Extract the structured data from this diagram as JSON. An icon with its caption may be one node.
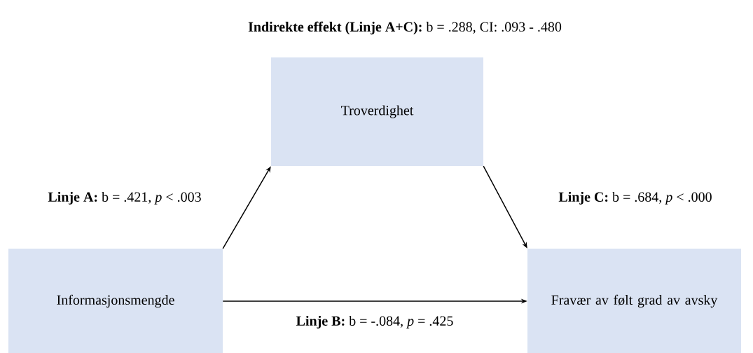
{
  "diagram": {
    "title": "**Indirekte effekt (Linje A+C):** b = .288, CI: .093 - .480",
    "nodes": [
      {
        "text": [
          "Troverdighet"
        ]
      },
      {
        "text": [
          "Informasjonsmengde"
        ]
      },
      {
        "text": [
          "Fravær av følt grad av avsky"
        ]
      }
    ],
    "edges": [
      {
        "from": 1,
        "to": 0,
        "arrow": "to",
        "label": "**Linje A:** b = .421, *p* < .003"
      },
      {
        "from": 0,
        "to": 2,
        "arrow": "to",
        "label": "**Linje C:** b = .684, *p* < .000"
      },
      {
        "from": 1,
        "to": 2,
        "arrow": "to",
        "label": "**Linje B:** b = -.084, *p* = .425"
      }
    ]
  }
}
